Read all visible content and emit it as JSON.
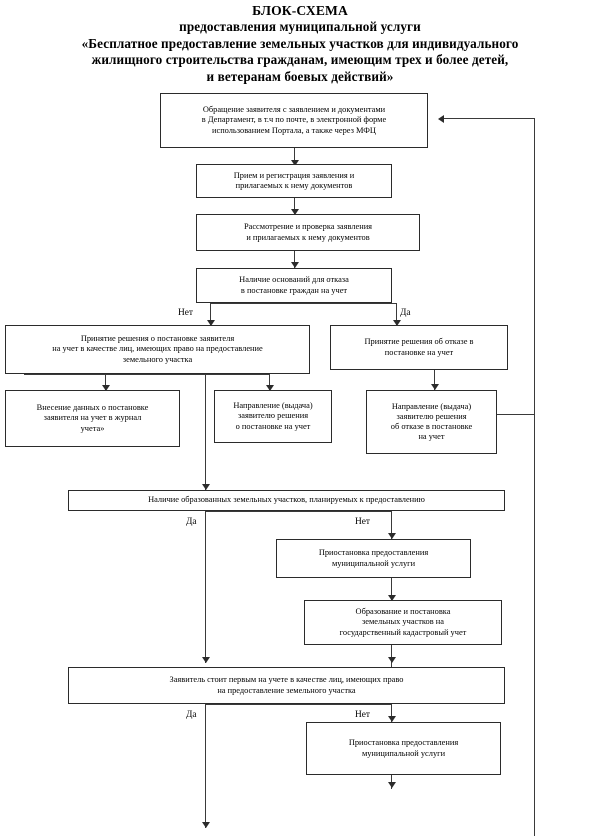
{
  "document": {
    "title_lines": [
      "БЛОК-СХЕМА",
      "предоставления муниципальной услуги",
      "«Бесплатное предоставление земельных участков для индивидуального",
      "жилищного строительства гражданам, имеющим трех и более детей,",
      "и ветеранам боевых действий»"
    ]
  },
  "flowchart": {
    "type": "flowchart",
    "orientation": "top-to-bottom",
    "nodes": [
      {
        "id": "n1",
        "text": "Обращение заявителя с заявлением и документами\nв Департамент, в т.ч по почте, в электронной форме\nиспользованием Портала, а также через МФЦ"
      },
      {
        "id": "n2",
        "text": "Прием и регистрация заявления и\nприлагаемых к нему документов"
      },
      {
        "id": "n3",
        "text": "Рассмотрение и проверка заявления\nи прилагаемых к нему документов"
      },
      {
        "id": "n4",
        "text": "Наличие оснований для отказа\nв постановке граждан на учет"
      },
      {
        "id": "n5",
        "text": "Принятие решения о постановке заявителя\nна учет в качестве лиц, имеющих право на предоставление\nземельного участка"
      },
      {
        "id": "n6",
        "text": "Принятие решения об отказе в\nпостановке на учет"
      },
      {
        "id": "n7",
        "text": "Внесение данных о постановке\nзаявителя на учет в журнал\nучета»"
      },
      {
        "id": "n8",
        "text": "Направление (выдача)\nзаявителю решения\nо постановке на учет"
      },
      {
        "id": "n9",
        "text": "Направление (выдача)\nзаявителю решения\nоб отказе в  постановке\nна учет"
      },
      {
        "id": "n10",
        "text": "Наличие образованных земельных участков, планируемых  к предоставлению"
      },
      {
        "id": "n11",
        "text": "Приостановка предоставления\nмуниципальной услуги"
      },
      {
        "id": "n12",
        "text": "Образование и постановка\nземельных участков на\nгосударственный кадастровый учет"
      },
      {
        "id": "n13",
        "text": "Заявитель стоит первым на учете в качестве лиц, имеющих право\nна предоставление земельного участка"
      },
      {
        "id": "n14",
        "text": "Приостановка предоставления\nмуниципальной услуги"
      }
    ],
    "branch_labels": [
      {
        "id": "b1",
        "text": "Нет"
      },
      {
        "id": "b2",
        "text": "Да"
      },
      {
        "id": "b3",
        "text": "Да"
      },
      {
        "id": "b4",
        "text": "Нет"
      },
      {
        "id": "b5",
        "text": "Да"
      },
      {
        "id": "b6",
        "text": "Нет"
      }
    ],
    "colors": {
      "border": "#2b2b2b",
      "connector": "#3a3a3a",
      "background": "#ffffff",
      "text": "#000000"
    }
  }
}
